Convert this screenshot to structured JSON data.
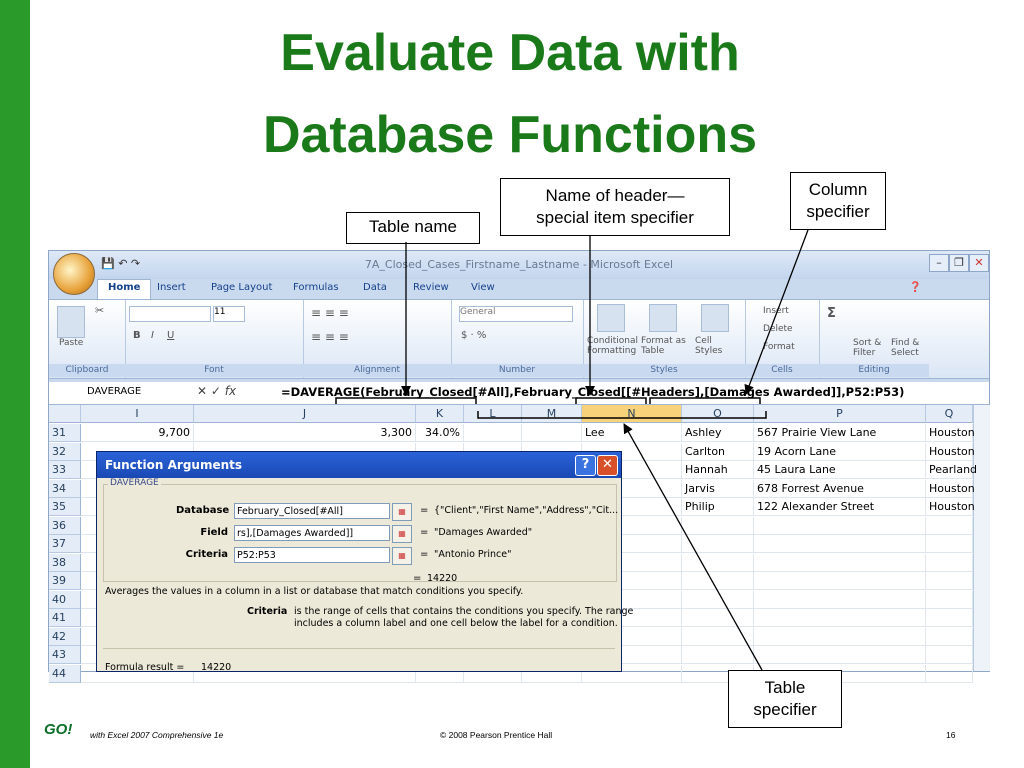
{
  "slide": {
    "title_line1": "Evaluate Data with",
    "title_line2": "Database Functions",
    "logo": "GO!",
    "footer_left": "with Excel 2007 Comprehensive 1e",
    "footer_center": "© 2008 Pearson Prentice Hall",
    "page_number": "16"
  },
  "callouts": {
    "table_name": "Table name",
    "header_specifier_line1": "Name of header—",
    "header_specifier_line2": "special item specifier",
    "column_specifier_line1": "Column",
    "column_specifier_line2": "specifier",
    "table_specifier_line1": "Table",
    "table_specifier_line2": "specifier"
  },
  "excel": {
    "window_title": "7A_Closed_Cases_Firstname_Lastname - Microsoft Excel",
    "tabs": [
      "Home",
      "Insert",
      "Page Layout",
      "Formulas",
      "Data",
      "Review",
      "View"
    ],
    "active_tab": "Home",
    "ribbon": {
      "paste": "Paste",
      "font_size": "11",
      "number_format": "General",
      "conditional_formatting": "Conditional Formatting",
      "format_as_table": "Format as Table",
      "cell_styles": "Cell Styles",
      "insert": "Insert",
      "delete": "Delete",
      "format": "Format",
      "sort_filter": "Sort & Filter",
      "find_select": "Find & Select",
      "groups": [
        "Clipboard",
        "Font",
        "Alignment",
        "Number",
        "Styles",
        "Cells",
        "Editing"
      ]
    },
    "name_box": "DAVERAGE",
    "formula": "=DAVERAGE(February_Closed[#All],February_Closed[[#Headers],[Damages Awarded]],P52:P53)",
    "columns": [
      "I",
      "J",
      "K",
      "L",
      "M",
      "N",
      "O",
      "P",
      "Q"
    ],
    "selected_column": "N",
    "rows": [
      {
        "num": "31",
        "I": "9,700",
        "J": "3,300",
        "K": "34.0%",
        "N": "Lee",
        "O": "Ashley",
        "P": "567 Prairie View Lane",
        "Q": "Houston"
      },
      {
        "num": "32",
        "O": "Carlton",
        "P": "19 Acorn Lane",
        "Q": "Houston"
      },
      {
        "num": "33",
        "O": "Hannah",
        "P": "45 Laura Lane",
        "Q": "Pearland"
      },
      {
        "num": "34",
        "O": "Jarvis",
        "P": "678 Forrest Avenue",
        "Q": "Houston"
      },
      {
        "num": "35",
        "O": "Philip",
        "P": "122 Alexander Street",
        "Q": "Houston"
      },
      {
        "num": "36"
      },
      {
        "num": "37"
      },
      {
        "num": "38"
      },
      {
        "num": "39"
      },
      {
        "num": "40"
      },
      {
        "num": "41"
      },
      {
        "num": "42"
      },
      {
        "num": "43"
      },
      {
        "num": "44"
      }
    ]
  },
  "dialog": {
    "title": "Function Arguments",
    "function_name": "DAVERAGE",
    "args": [
      {
        "label": "Database",
        "value": "February_Closed[#All]",
        "result": "{\"Client\",\"First Name\",\"Address\",\"Cit..."
      },
      {
        "label": "Field",
        "value": "rs],[Damages Awarded]]",
        "result": "\"Damages Awarded\""
      },
      {
        "label": "Criteria",
        "value": "P52:P53",
        "result": "\"Antonio Prince\""
      }
    ],
    "overall_result": "14220",
    "description": "Averages the values in a column in a list or database that match conditions you specify.",
    "arg_help_label": "Criteria",
    "arg_help_text_line1": "is the range of cells that contains the conditions you specify. The range",
    "arg_help_text_line2": "includes a column label and one cell below the label for a condition.",
    "formula_result_label": "Formula result =",
    "formula_result_value": "14220"
  },
  "colors": {
    "title_green": "#1a7a1a",
    "sidebar_green": "#2a9a2a",
    "selected_column": "#f8d27a",
    "dialog_titlebar": "#1a48b4"
  }
}
